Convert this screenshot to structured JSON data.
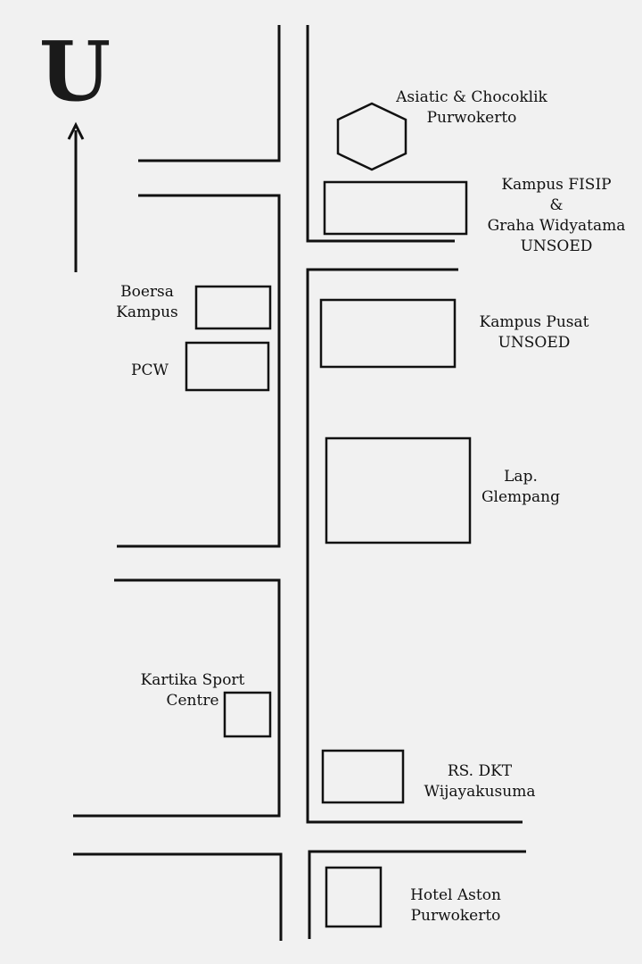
{
  "compass": {
    "letter": "U",
    "icon": "north-arrow-icon"
  },
  "places": {
    "asiatic": {
      "line1": "Asiatic & Chocoklik",
      "line2": "Purwokerto",
      "icon": "hexagon-marker-icon"
    },
    "fisip": {
      "line1": "Kampus FISIP",
      "line2": "&",
      "line3": "Graha Widyatama",
      "line4": "UNSOED"
    },
    "boersa": {
      "line1": "Boersa",
      "line2": "Kampus"
    },
    "pcw": {
      "line1": "PCW"
    },
    "pusat": {
      "line1": "Kampus Pusat",
      "line2": "UNSOED"
    },
    "glempang": {
      "line1": "Lap.",
      "line2": "Glempang"
    },
    "kartika": {
      "line1": "Kartika Sport",
      "line2": "Centre"
    },
    "dkt": {
      "line1": "RS. DKT",
      "line2": "Wijayakusuma"
    },
    "aston": {
      "line1": "Hotel Aston",
      "line2": "Purwokerto"
    }
  },
  "colors": {
    "background": "#f1f1f1",
    "ink": "#111111"
  }
}
